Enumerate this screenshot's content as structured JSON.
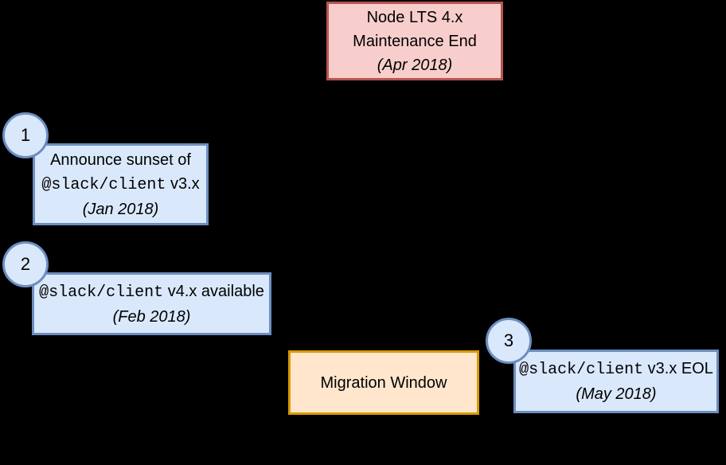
{
  "palette": {
    "background": "#000000",
    "text": "#000000",
    "red_fill": "#f8cecc",
    "red_stroke": "#b85450",
    "blue_fill": "#dae8fc",
    "blue_stroke": "#6c8ebf",
    "orange_fill": "#ffe6cc",
    "orange_stroke": "#d79b00"
  },
  "nodes": {
    "node_lts": {
      "line1": "Node LTS 4.x",
      "line2": "Maintenance End",
      "date": "(Apr 2018)"
    },
    "step1": {
      "badge": "1",
      "line1": "Announce sunset of",
      "code": "@slack/client",
      "suffix": " v3.x",
      "date": "(Jan 2018)"
    },
    "step2": {
      "badge": "2",
      "code": "@slack/client",
      "suffix": " v4.x available",
      "date": "(Feb 2018)"
    },
    "step3": {
      "badge": "3",
      "code": "@slack/client",
      "suffix": " v3.x EOL",
      "date": "(May 2018)"
    },
    "migration": {
      "label": "Migration Window"
    }
  }
}
